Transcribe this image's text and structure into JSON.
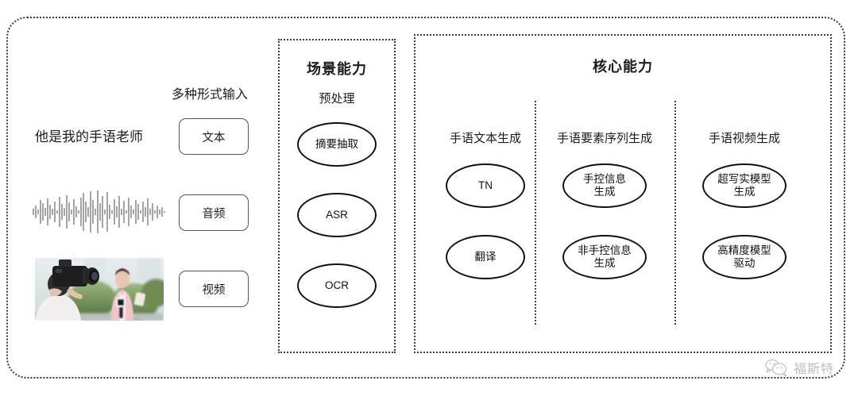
{
  "diagram": {
    "input_section": {
      "label": "多种形式输入",
      "sample_text": "他是我的手语老师",
      "modalities": [
        {
          "name": "文本",
          "icon": "text-icon"
        },
        {
          "name": "音频",
          "icon": "waveform-icon"
        },
        {
          "name": "视频",
          "icon": "video-thumbnail-icon"
        }
      ]
    },
    "scene_section": {
      "title": "场景能力",
      "columns": [
        {
          "title": "预处理",
          "nodes": [
            "摘要抽取",
            "ASR",
            "OCR"
          ]
        }
      ]
    },
    "core_section": {
      "title": "核心能力",
      "columns": [
        {
          "title": "手语文本生成",
          "nodes": [
            "TN",
            "翻译"
          ]
        },
        {
          "title": "手语要素序列生成",
          "nodes": [
            "手控信息\n生成",
            "非手控信息\n生成"
          ]
        },
        {
          "title": "手语视频生成",
          "nodes": [
            "超写实模型\n生成",
            "高精度模型\n驱动"
          ]
        }
      ]
    },
    "watermark": {
      "text": "福斯特",
      "icon": "wechat-bubbles-icon"
    },
    "colors": {
      "border": "#3a3a3a",
      "node_stroke": "#111111",
      "text": "#1c1c1c",
      "watermark": "#8a8a8a",
      "background": "#ffffff"
    }
  }
}
